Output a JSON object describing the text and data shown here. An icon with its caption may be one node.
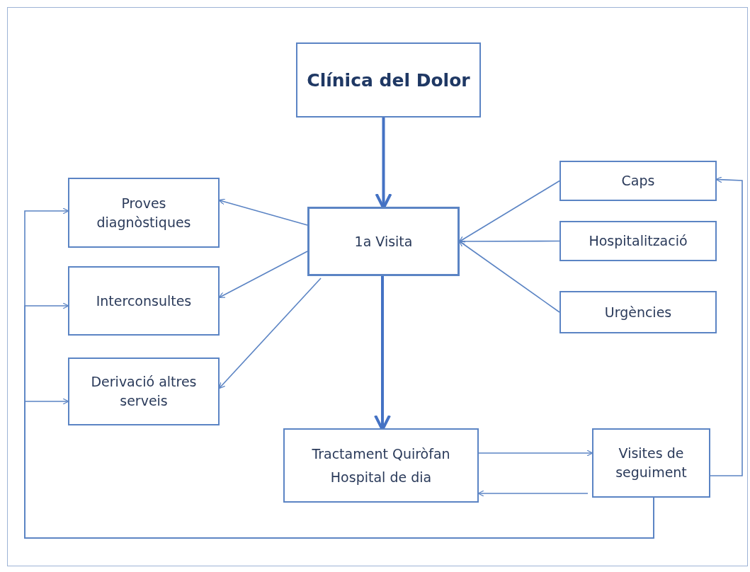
{
  "diagram": {
    "nodes": [
      {
        "text": [
          "Clínica del Dolor"
        ]
      },
      {
        "text": [
          "1a Visita"
        ]
      },
      {
        "text": [
          "Proves diagnòstiques"
        ]
      },
      {
        "text": [
          "Interconsultes"
        ]
      },
      {
        "text": [
          "Derivació altres serveis"
        ]
      },
      {
        "text": [
          "Caps"
        ]
      },
      {
        "text": [
          "Hospitalització"
        ]
      },
      {
        "text": [
          "Urgències"
        ]
      },
      {
        "text": [
          "Tractament Quiròfan",
          "Hospital de dia"
        ]
      },
      {
        "text": [
          "Visites de seguiment"
        ]
      }
    ],
    "edges": [
      {
        "from": 0,
        "to": 1,
        "arrow": "to",
        "style": "thick"
      },
      {
        "from": 1,
        "to": 2,
        "arrow": "to"
      },
      {
        "from": 1,
        "to": 3,
        "arrow": "to"
      },
      {
        "from": 1,
        "to": 4,
        "arrow": "to"
      },
      {
        "from": 5,
        "to": 1,
        "arrow": "to"
      },
      {
        "from": 6,
        "to": 1,
        "arrow": "to"
      },
      {
        "from": 7,
        "to": 1,
        "arrow": "to"
      },
      {
        "from": 1,
        "to": 8,
        "arrow": "to",
        "style": "thick"
      },
      {
        "from": 8,
        "to": 9,
        "arrow": "to"
      },
      {
        "from": 9,
        "to": 8,
        "arrow": "to"
      },
      {
        "from": 9,
        "to": 5,
        "arrow": "to"
      },
      {
        "from": 9,
        "to": 2,
        "arrow": "to"
      },
      {
        "from": 9,
        "to": 3,
        "arrow": "to"
      },
      {
        "from": 9,
        "to": 4,
        "arrow": "to"
      }
    ]
  }
}
